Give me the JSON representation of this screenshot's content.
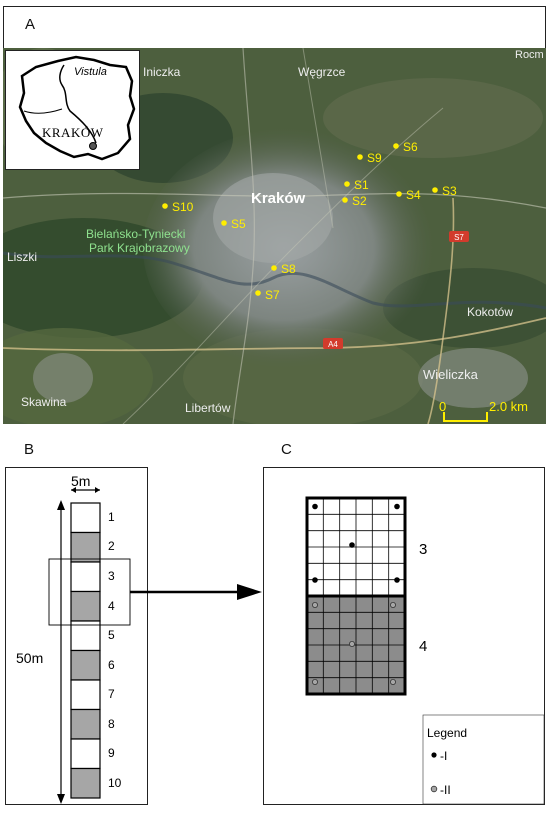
{
  "panel_a": {
    "label": "A",
    "inset": {
      "river": "Vistula",
      "city": "KRAKÓW"
    },
    "places": [
      {
        "id": "niczka",
        "text": "Iniczka"
      },
      {
        "id": "wegrzce",
        "text": "Węgrzce"
      },
      {
        "id": "krakow",
        "text": "Kraków"
      },
      {
        "id": "park1",
        "text": "Bielańsko-Tyniecki"
      },
      {
        "id": "park2",
        "text": "Park Krajobrazowy"
      },
      {
        "id": "liszki",
        "text": "Liszki"
      },
      {
        "id": "kokotow",
        "text": "Kokotów"
      },
      {
        "id": "wieliczka",
        "text": "Wieliczka"
      },
      {
        "id": "skawina",
        "text": "Skawina"
      },
      {
        "id": "libertow",
        "text": "Libertów"
      },
      {
        "id": "rocm",
        "text": "Rocm"
      }
    ],
    "roads": {
      "s7": "S7",
      "a4": "A4"
    },
    "sites": [
      "S1",
      "S2",
      "S3",
      "S4",
      "S5",
      "S6",
      "S7",
      "S8",
      "S9",
      "S10"
    ],
    "scale": {
      "zero": "0",
      "value": "2.0 km"
    },
    "colors": {
      "site": "#ffee00",
      "park_label": "#8fe28f",
      "scale": "#ffee00"
    }
  },
  "panel_b": {
    "label": "B",
    "width_label": "5m",
    "height_label": "50m",
    "plots": [
      "1",
      "2",
      "3",
      "4",
      "5",
      "6",
      "7",
      "8",
      "9",
      "10"
    ]
  },
  "panel_c": {
    "label": "C",
    "grid_labels": {
      "upper": "3",
      "lower": "4"
    },
    "legend": {
      "title": "Legend",
      "item1": "-I",
      "item2": "-II"
    },
    "colors": {
      "dark_plot": "#a6a6a6",
      "grid_dark": "#8c8c8c"
    }
  }
}
